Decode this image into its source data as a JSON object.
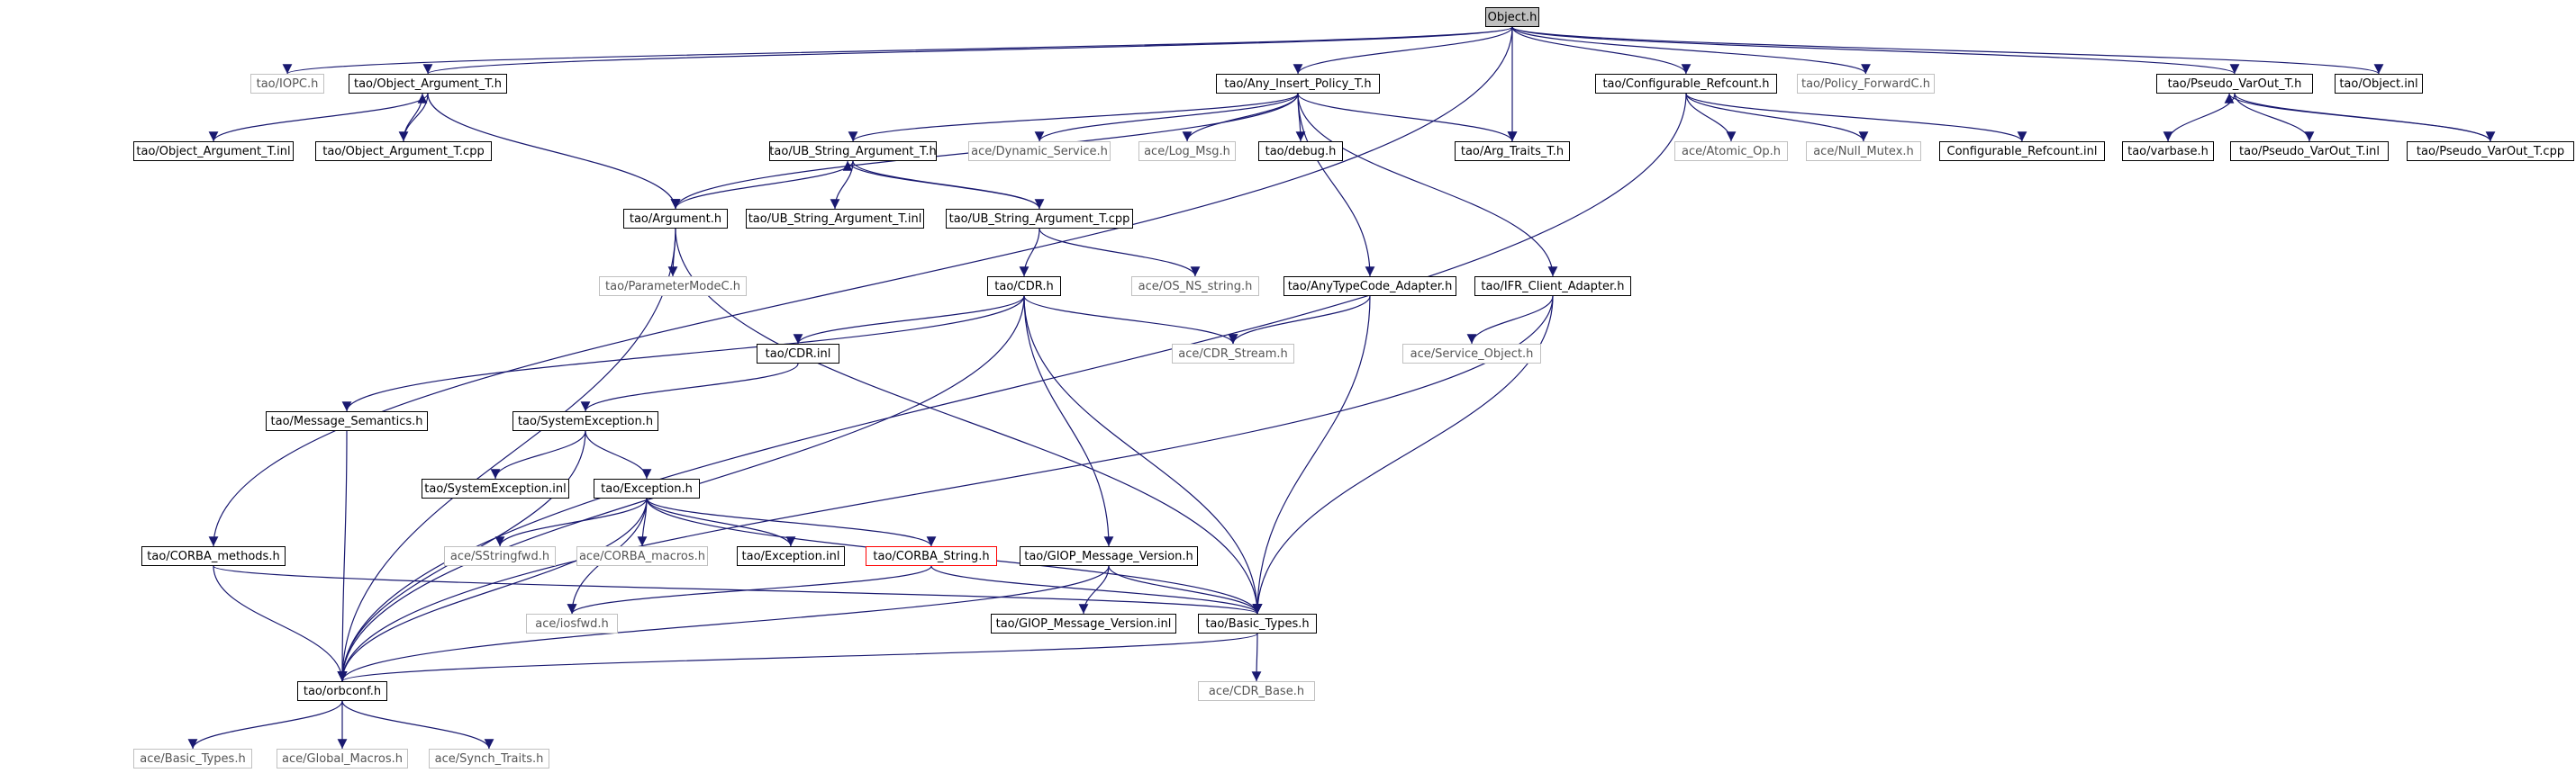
{
  "colors": {
    "edge": "#191970",
    "normal_border": "#000000",
    "external_border": "#c0c0c0",
    "highlight_border": "#ff0000",
    "root_fill": "#bfbfbf"
  },
  "nodes": {
    "object_h": {
      "label": "Object.h",
      "style": "root"
    },
    "iopc_h": {
      "label": "tao/IOPC.h",
      "style": "external"
    },
    "object_argument_t_h": {
      "label": "tao/Object_Argument_T.h",
      "style": "normal"
    },
    "any_insert_policy_t_h": {
      "label": "tao/Any_Insert_Policy_T.h",
      "style": "normal"
    },
    "configurable_refcount_h": {
      "label": "tao/Configurable_Refcount.h",
      "style": "normal"
    },
    "policy_forwardc_h": {
      "label": "tao/Policy_ForwardC.h",
      "style": "external"
    },
    "pseudo_varout_t_h": {
      "label": "tao/Pseudo_VarOut_T.h",
      "style": "normal"
    },
    "object_inl": {
      "label": "tao/Object.inl",
      "style": "normal"
    },
    "object_argument_t_inl": {
      "label": "tao/Object_Argument_T.inl",
      "style": "normal"
    },
    "object_argument_t_cpp": {
      "label": "tao/Object_Argument_T.cpp",
      "style": "normal"
    },
    "ub_string_argument_t_h": {
      "label": "tao/UB_String_Argument_T.h",
      "style": "normal"
    },
    "dynamic_service_h": {
      "label": "ace/Dynamic_Service.h",
      "style": "external"
    },
    "log_msg_h": {
      "label": "ace/Log_Msg.h",
      "style": "external"
    },
    "debug_h": {
      "label": "tao/debug.h",
      "style": "normal"
    },
    "arg_traits_t_h": {
      "label": "tao/Arg_Traits_T.h",
      "style": "normal"
    },
    "atomic_op_h": {
      "label": "ace/Atomic_Op.h",
      "style": "external"
    },
    "null_mutex_h": {
      "label": "ace/Null_Mutex.h",
      "style": "external"
    },
    "configurable_refcount_inl": {
      "label": "Configurable_Refcount.inl",
      "style": "normal"
    },
    "varbase_h": {
      "label": "tao/varbase.h",
      "style": "normal"
    },
    "pseudo_varout_t_inl": {
      "label": "tao/Pseudo_VarOut_T.inl",
      "style": "normal"
    },
    "pseudo_varout_t_cpp": {
      "label": "tao/Pseudo_VarOut_T.cpp",
      "style": "normal"
    },
    "argument_h": {
      "label": "tao/Argument.h",
      "style": "normal"
    },
    "ub_string_argument_t_inl": {
      "label": "tao/UB_String_Argument_T.inl",
      "style": "normal"
    },
    "ub_string_argument_t_cpp": {
      "label": "tao/UB_String_Argument_T.cpp",
      "style": "normal"
    },
    "parametermodec_h": {
      "label": "tao/ParameterModeC.h",
      "style": "external"
    },
    "cdr_h": {
      "label": "tao/CDR.h",
      "style": "normal"
    },
    "os_ns_string_h": {
      "label": "ace/OS_NS_string.h",
      "style": "external"
    },
    "anytypecode_adapter_h": {
      "label": "tao/AnyTypeCode_Adapter.h",
      "style": "normal"
    },
    "ifr_client_adapter_h": {
      "label": "tao/IFR_Client_Adapter.h",
      "style": "normal"
    },
    "cdr_inl": {
      "label": "tao/CDR.inl",
      "style": "normal"
    },
    "cdr_stream_h": {
      "label": "ace/CDR_Stream.h",
      "style": "external"
    },
    "service_object_h": {
      "label": "ace/Service_Object.h",
      "style": "external"
    },
    "message_semantics_h": {
      "label": "tao/Message_Semantics.h",
      "style": "normal"
    },
    "systemexception_h": {
      "label": "tao/SystemException.h",
      "style": "normal"
    },
    "systemexception_inl": {
      "label": "tao/SystemException.inl",
      "style": "normal"
    },
    "exception_h": {
      "label": "tao/Exception.h",
      "style": "normal"
    },
    "corba_methods_h": {
      "label": "tao/CORBA_methods.h",
      "style": "normal"
    },
    "sstringfwd_h": {
      "label": "ace/SStringfwd.h",
      "style": "external"
    },
    "corba_macros_h": {
      "label": "ace/CORBA_macros.h",
      "style": "external"
    },
    "exception_inl": {
      "label": "tao/Exception.inl",
      "style": "normal"
    },
    "corba_string_h": {
      "label": "tao/CORBA_String.h",
      "style": "highlight"
    },
    "giop_message_version_h": {
      "label": "tao/GIOP_Message_Version.h",
      "style": "normal"
    },
    "iosfwd_h": {
      "label": "ace/iosfwd.h",
      "style": "external"
    },
    "giop_message_version_inl": {
      "label": "tao/GIOP_Message_Version.inl",
      "style": "normal"
    },
    "basic_types_h": {
      "label": "tao/Basic_Types.h",
      "style": "normal"
    },
    "orbconf_h": {
      "label": "tao/orbconf.h",
      "style": "normal"
    },
    "cdr_base_h": {
      "label": "ace/CDR_Base.h",
      "style": "external"
    },
    "ace_basic_types_h": {
      "label": "ace/Basic_Types.h",
      "style": "external"
    },
    "global_macros_h": {
      "label": "ace/Global_Macros.h",
      "style": "external"
    },
    "synch_traits_h": {
      "label": "ace/Synch_Traits.h",
      "style": "external"
    }
  },
  "edges": [
    [
      "object_h",
      "iopc_h"
    ],
    [
      "object_h",
      "object_argument_t_h"
    ],
    [
      "object_h",
      "any_insert_policy_t_h"
    ],
    [
      "object_h",
      "configurable_refcount_h"
    ],
    [
      "object_h",
      "policy_forwardc_h"
    ],
    [
      "object_h",
      "pseudo_varout_t_h"
    ],
    [
      "object_h",
      "object_inl"
    ],
    [
      "object_h",
      "arg_traits_t_h"
    ],
    [
      "object_h",
      "corba_methods_h"
    ],
    [
      "object_argument_t_h",
      "object_argument_t_inl"
    ],
    [
      "object_argument_t_h",
      "object_argument_t_cpp"
    ],
    [
      "object_argument_t_cpp",
      "object_argument_t_h"
    ],
    [
      "object_argument_t_h",
      "argument_h"
    ],
    [
      "any_insert_policy_t_h",
      "ub_string_argument_t_h"
    ],
    [
      "any_insert_policy_t_h",
      "dynamic_service_h"
    ],
    [
      "any_insert_policy_t_h",
      "log_msg_h"
    ],
    [
      "any_insert_policy_t_h",
      "debug_h"
    ],
    [
      "any_insert_policy_t_h",
      "arg_traits_t_h"
    ],
    [
      "any_insert_policy_t_h",
      "argument_h"
    ],
    [
      "any_insert_policy_t_h",
      "anytypecode_adapter_h"
    ],
    [
      "any_insert_policy_t_h",
      "ifr_client_adapter_h"
    ],
    [
      "configurable_refcount_h",
      "atomic_op_h"
    ],
    [
      "configurable_refcount_h",
      "null_mutex_h"
    ],
    [
      "configurable_refcount_h",
      "configurable_refcount_inl"
    ],
    [
      "configurable_refcount_h",
      "orbconf_h"
    ],
    [
      "pseudo_varout_t_h",
      "varbase_h"
    ],
    [
      "pseudo_varout_t_h",
      "pseudo_varout_t_inl"
    ],
    [
      "pseudo_varout_t_h",
      "pseudo_varout_t_cpp"
    ],
    [
      "pseudo_varout_t_cpp",
      "pseudo_varout_t_h"
    ],
    [
      "ub_string_argument_t_h",
      "argument_h"
    ],
    [
      "ub_string_argument_t_h",
      "ub_string_argument_t_inl"
    ],
    [
      "ub_string_argument_t_h",
      "ub_string_argument_t_cpp"
    ],
    [
      "ub_string_argument_t_cpp",
      "ub_string_argument_t_h"
    ],
    [
      "ub_string_argument_t_cpp",
      "cdr_h"
    ],
    [
      "ub_string_argument_t_cpp",
      "os_ns_string_h"
    ],
    [
      "argument_h",
      "parametermodec_h"
    ],
    [
      "argument_h",
      "basic_types_h"
    ],
    [
      "argument_h",
      "orbconf_h"
    ],
    [
      "cdr_h",
      "cdr_inl"
    ],
    [
      "cdr_h",
      "cdr_stream_h"
    ],
    [
      "cdr_h",
      "message_semantics_h"
    ],
    [
      "cdr_h",
      "giop_message_version_h"
    ],
    [
      "cdr_h",
      "basic_types_h"
    ],
    [
      "cdr_h",
      "orbconf_h"
    ],
    [
      "anytypecode_adapter_h",
      "cdr_stream_h"
    ],
    [
      "anytypecode_adapter_h",
      "basic_types_h"
    ],
    [
      "ifr_client_adapter_h",
      "service_object_h"
    ],
    [
      "ifr_client_adapter_h",
      "basic_types_h"
    ],
    [
      "ifr_client_adapter_h",
      "orbconf_h"
    ],
    [
      "cdr_inl",
      "systemexception_h"
    ],
    [
      "message_semantics_h",
      "orbconf_h"
    ],
    [
      "systemexception_h",
      "systemexception_inl"
    ],
    [
      "systemexception_h",
      "exception_h"
    ],
    [
      "systemexception_h",
      "orbconf_h"
    ],
    [
      "exception_h",
      "sstringfwd_h"
    ],
    [
      "exception_h",
      "corba_macros_h"
    ],
    [
      "exception_h",
      "exception_inl"
    ],
    [
      "exception_h",
      "corba_string_h"
    ],
    [
      "exception_h",
      "basic_types_h"
    ],
    [
      "exception_h",
      "iosfwd_h"
    ],
    [
      "exception_h",
      "orbconf_h"
    ],
    [
      "corba_methods_h",
      "basic_types_h"
    ],
    [
      "corba_methods_h",
      "orbconf_h"
    ],
    [
      "corba_string_h",
      "iosfwd_h"
    ],
    [
      "corba_string_h",
      "basic_types_h"
    ],
    [
      "giop_message_version_h",
      "giop_message_version_inl"
    ],
    [
      "giop_message_version_h",
      "basic_types_h"
    ],
    [
      "giop_message_version_h",
      "orbconf_h"
    ],
    [
      "basic_types_h",
      "cdr_base_h"
    ],
    [
      "basic_types_h",
      "orbconf_h"
    ],
    [
      "orbconf_h",
      "ace_basic_types_h"
    ],
    [
      "orbconf_h",
      "global_macros_h"
    ],
    [
      "orbconf_h",
      "synch_traits_h"
    ]
  ]
}
